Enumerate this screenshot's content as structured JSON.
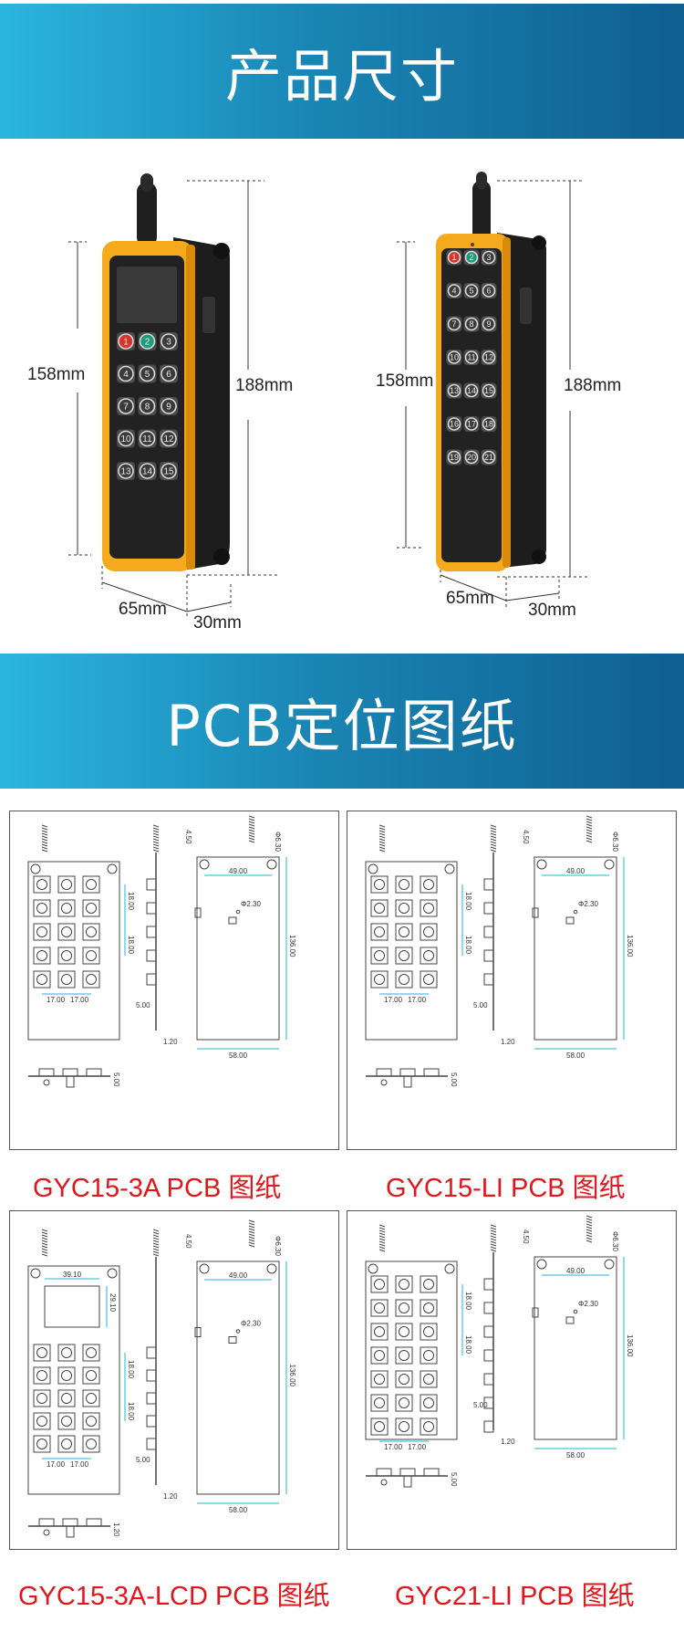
{
  "section1": {
    "title": "产品尺寸"
  },
  "section2": {
    "title": "PCB定位图纸"
  },
  "product_left": {
    "height_total": "188mm",
    "height_body": "158mm",
    "width": "65mm",
    "depth": "30mm",
    "keys": [
      "1",
      "2",
      "3",
      "4",
      "5",
      "6",
      "7",
      "8",
      "9",
      "10",
      "11",
      "12",
      "13",
      "14",
      "15"
    ]
  },
  "product_right": {
    "height_total": "188mm",
    "height_body": "158mm",
    "width": "65mm",
    "depth": "30mm",
    "keys": [
      "1",
      "2",
      "3",
      "4",
      "5",
      "6",
      "7",
      "8",
      "9",
      "10",
      "11",
      "12",
      "13",
      "14",
      "15",
      "16",
      "17",
      "18",
      "19",
      "20",
      "21"
    ]
  },
  "drawings": [
    {
      "caption": "GYC15-3A PCB 图纸",
      "dims": {
        "hole": "Φ6.30",
        "top": "4.50",
        "hole_spacing": "49.00",
        "small_hole": "Φ2.30",
        "board_height": "136.00",
        "board_width": "58.00",
        "key_pitch_v": "18.00",
        "key_pitch_h": "17.00",
        "edge": "5.00",
        "thickness": "1.20",
        "side_height": "5.00"
      }
    },
    {
      "caption": "GYC15-LI PCB 图纸",
      "dims": {
        "hole": "Φ6.30",
        "top": "4.50",
        "hole_spacing": "49.00",
        "small_hole": "Φ2.30",
        "board_height": "136.00",
        "board_width": "58.00",
        "key_pitch_v": "18.00",
        "key_pitch_h": "17.00",
        "edge": "5.00",
        "thickness": "1.20",
        "side_height": "5.00"
      }
    },
    {
      "caption": "GYC15-3A-LCD PCB 图纸",
      "dims": {
        "hole": "Φ6.30",
        "top": "4.50",
        "hole_spacing": "49.00",
        "small_hole": "Φ2.30",
        "board_height": "136.00",
        "board_width": "58.00",
        "key_pitch_v": "18.00",
        "key_pitch_h": "17.00",
        "edge": "5.00",
        "thickness": "1.20",
        "side_height": "1.20",
        "lcd_w": "39.10",
        "lcd_h": "29.10"
      }
    },
    {
      "caption": "GYC21-LI PCB 图纸",
      "dims": {
        "hole": "Φ6.30",
        "top": "4.50",
        "hole_spacing": "49.00",
        "small_hole": "Φ2.30",
        "board_height": "136.00",
        "board_width": "58.00",
        "key_pitch_v": "18.00",
        "key_pitch_h": "17.00",
        "edge": "5.00",
        "thickness": "1.20",
        "side_height": "5.00"
      }
    }
  ]
}
